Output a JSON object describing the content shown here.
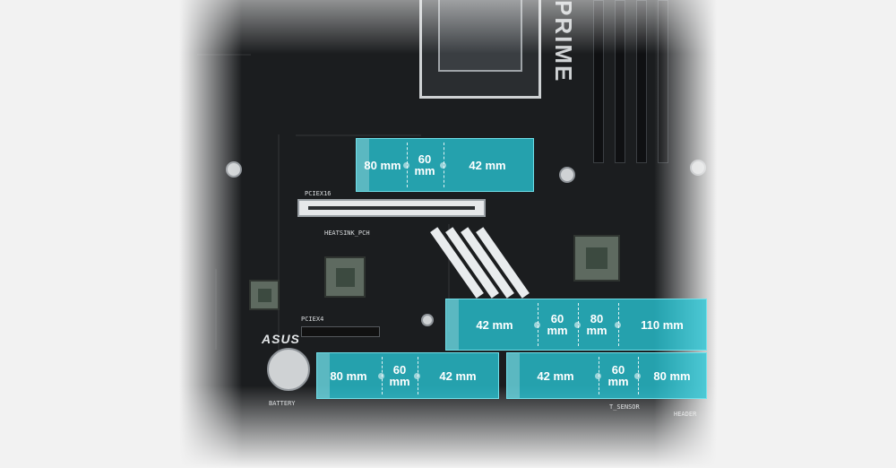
{
  "labels": {
    "logo": "ASUS",
    "board_series": "PRIME",
    "pciex16": "PCIEX16",
    "pciex4": "PCIEX4",
    "heatsink": "HEATSINK_PCH",
    "battery": "BATTERY",
    "sensor": "T_SENSOR",
    "header": "HEADER"
  },
  "m2_slots": [
    {
      "sizes": [
        "80 mm",
        "60 mm",
        "42 mm"
      ]
    },
    {
      "sizes": [
        "42 mm",
        "60 mm",
        "80 mm",
        "110 mm"
      ]
    },
    {
      "sizes": [
        "80 mm",
        "60 mm",
        "42 mm"
      ]
    },
    {
      "sizes": [
        "42 mm",
        "60 mm",
        "80 mm"
      ]
    }
  ],
  "colors": {
    "overlay": "#28c6d6",
    "board": "#1b1d1f",
    "background": "#f2f2f2"
  }
}
